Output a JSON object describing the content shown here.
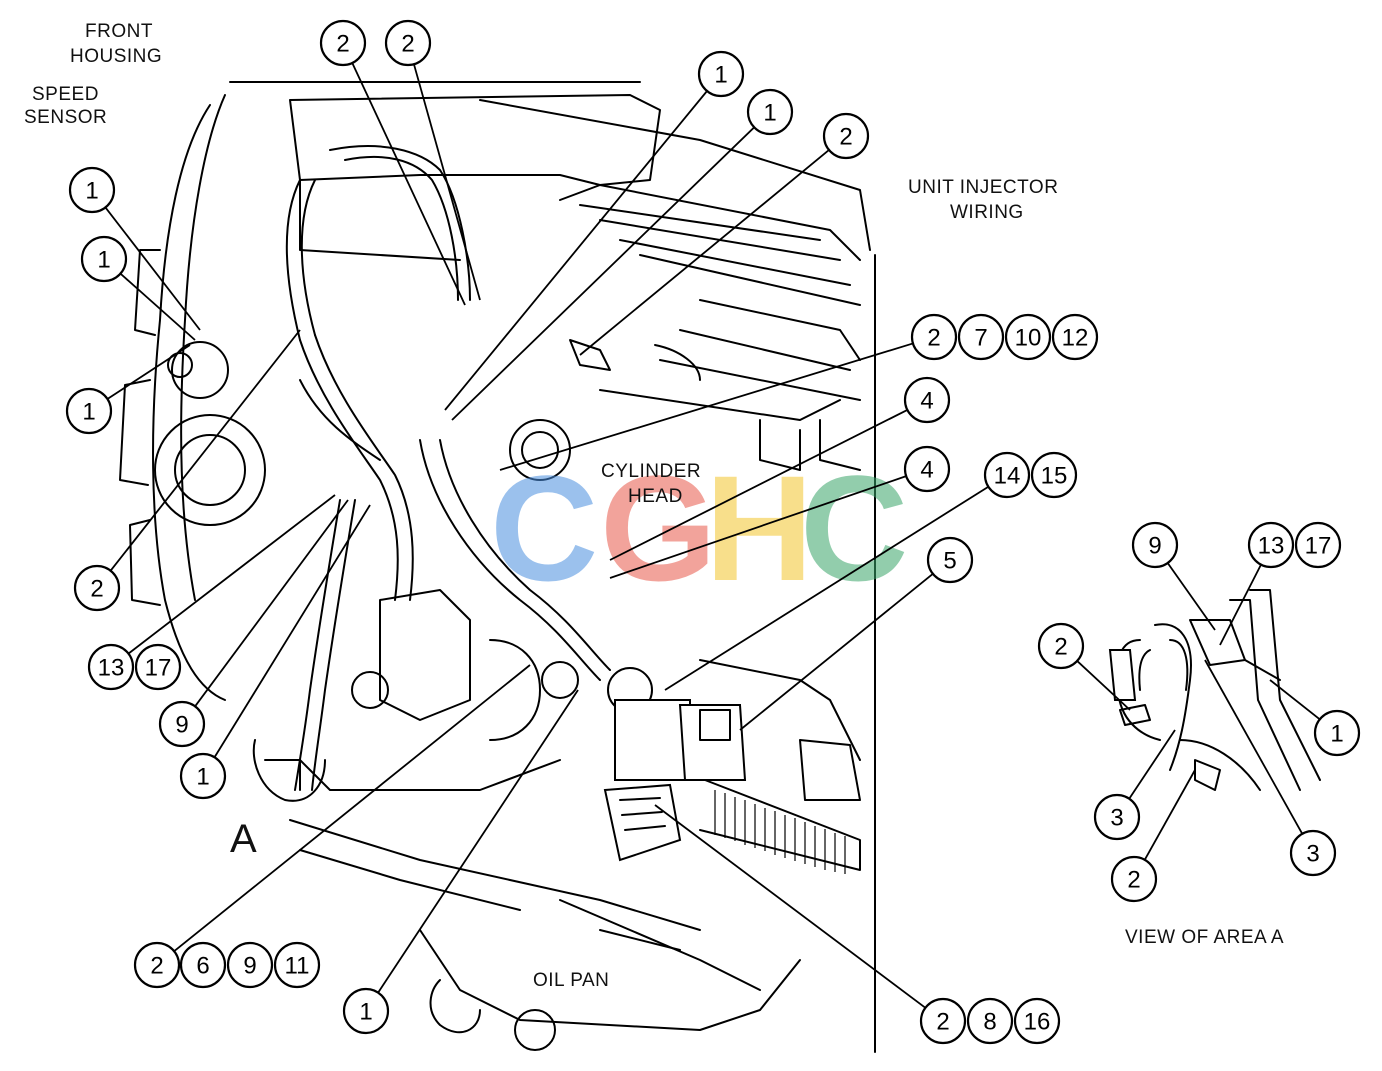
{
  "labels": {
    "front_housing_1": "FRONT",
    "front_housing_2": "HOUSING",
    "speed_sensor_1": "SPEED",
    "speed_sensor_2": "SENSOR",
    "unit_injector_1": "UNIT INJECTOR",
    "unit_injector_2": "WIRING",
    "cylinder_head_1": "CYLINDER",
    "cylinder_head_2": "HEAD",
    "oil_pan": "OIL PAN",
    "area_marker": "A",
    "view_of_area": "VIEW OF AREA  A"
  },
  "watermark": {
    "letters": [
      "C",
      "G",
      "H",
      "C"
    ],
    "colors": [
      "#4a8fe0",
      "#e8584a",
      "#f3c62e",
      "#3aa56a"
    ]
  },
  "callouts": [
    {
      "id": "c01",
      "num": "2"
    },
    {
      "id": "c02",
      "num": "2"
    },
    {
      "id": "c03",
      "num": "1"
    },
    {
      "id": "c04",
      "num": "1"
    },
    {
      "id": "c05",
      "num": "2"
    },
    {
      "id": "c06",
      "num": "1"
    },
    {
      "id": "c07",
      "num": "1"
    },
    {
      "id": "c08",
      "num": "1"
    },
    {
      "id": "c09",
      "num": "2"
    },
    {
      "id": "c10",
      "num": "7"
    },
    {
      "id": "c11",
      "num": "10"
    },
    {
      "id": "c12",
      "num": "12"
    },
    {
      "id": "c13",
      "num": "4"
    },
    {
      "id": "c14",
      "num": "4"
    },
    {
      "id": "c15",
      "num": "14"
    },
    {
      "id": "c16",
      "num": "15"
    },
    {
      "id": "c17",
      "num": "5"
    },
    {
      "id": "c18",
      "num": "2"
    },
    {
      "id": "c19",
      "num": "13"
    },
    {
      "id": "c20",
      "num": "17"
    },
    {
      "id": "c21",
      "num": "9"
    },
    {
      "id": "c22",
      "num": "1"
    },
    {
      "id": "c23",
      "num": "2"
    },
    {
      "id": "c24",
      "num": "6"
    },
    {
      "id": "c25",
      "num": "9"
    },
    {
      "id": "c26",
      "num": "11"
    },
    {
      "id": "c27",
      "num": "1"
    },
    {
      "id": "c28",
      "num": "2"
    },
    {
      "id": "c29",
      "num": "8"
    },
    {
      "id": "c30",
      "num": "16"
    },
    {
      "id": "c31",
      "num": "9"
    },
    {
      "id": "c32",
      "num": "13"
    },
    {
      "id": "c33",
      "num": "17"
    },
    {
      "id": "c34",
      "num": "2"
    },
    {
      "id": "c35",
      "num": "1"
    },
    {
      "id": "c36",
      "num": "3"
    },
    {
      "id": "c37",
      "num": "3"
    },
    {
      "id": "c38",
      "num": "2"
    }
  ]
}
